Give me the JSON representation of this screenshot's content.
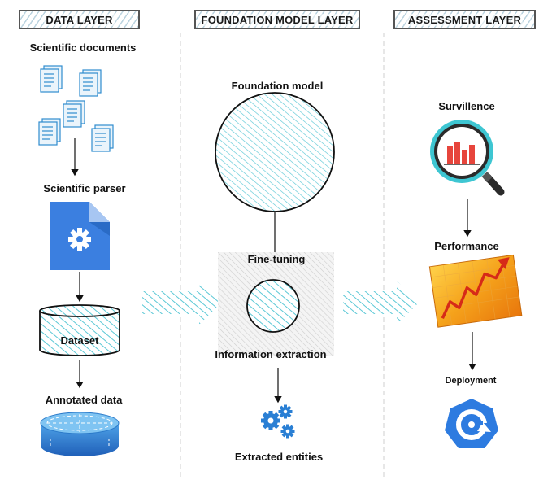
{
  "layers": {
    "data": "DATA LAYER",
    "foundation": "FOUNDATION MODEL LAYER",
    "assessment": "ASSESSMENT LAYER"
  },
  "data_layer": {
    "documents": "Scientific documents",
    "parser": "Scientific parser",
    "dataset": "Dataset",
    "annotated": "Annotated data"
  },
  "model_layer": {
    "model": "Foundation model",
    "finetune": "Fine-tuning",
    "extraction": "Information extraction",
    "entities": "Extracted entities"
  },
  "assessment_layer": {
    "surveillance": "Survillence",
    "performance": "Performance",
    "deployment": "Deployment"
  },
  "colors": {
    "hatch": "#5bc8d6",
    "doc_blue": "#2f8ccf",
    "gear_blue": "#2a7fd4",
    "deploy_blue": "#2d7be0",
    "orange": "#f39c12"
  }
}
